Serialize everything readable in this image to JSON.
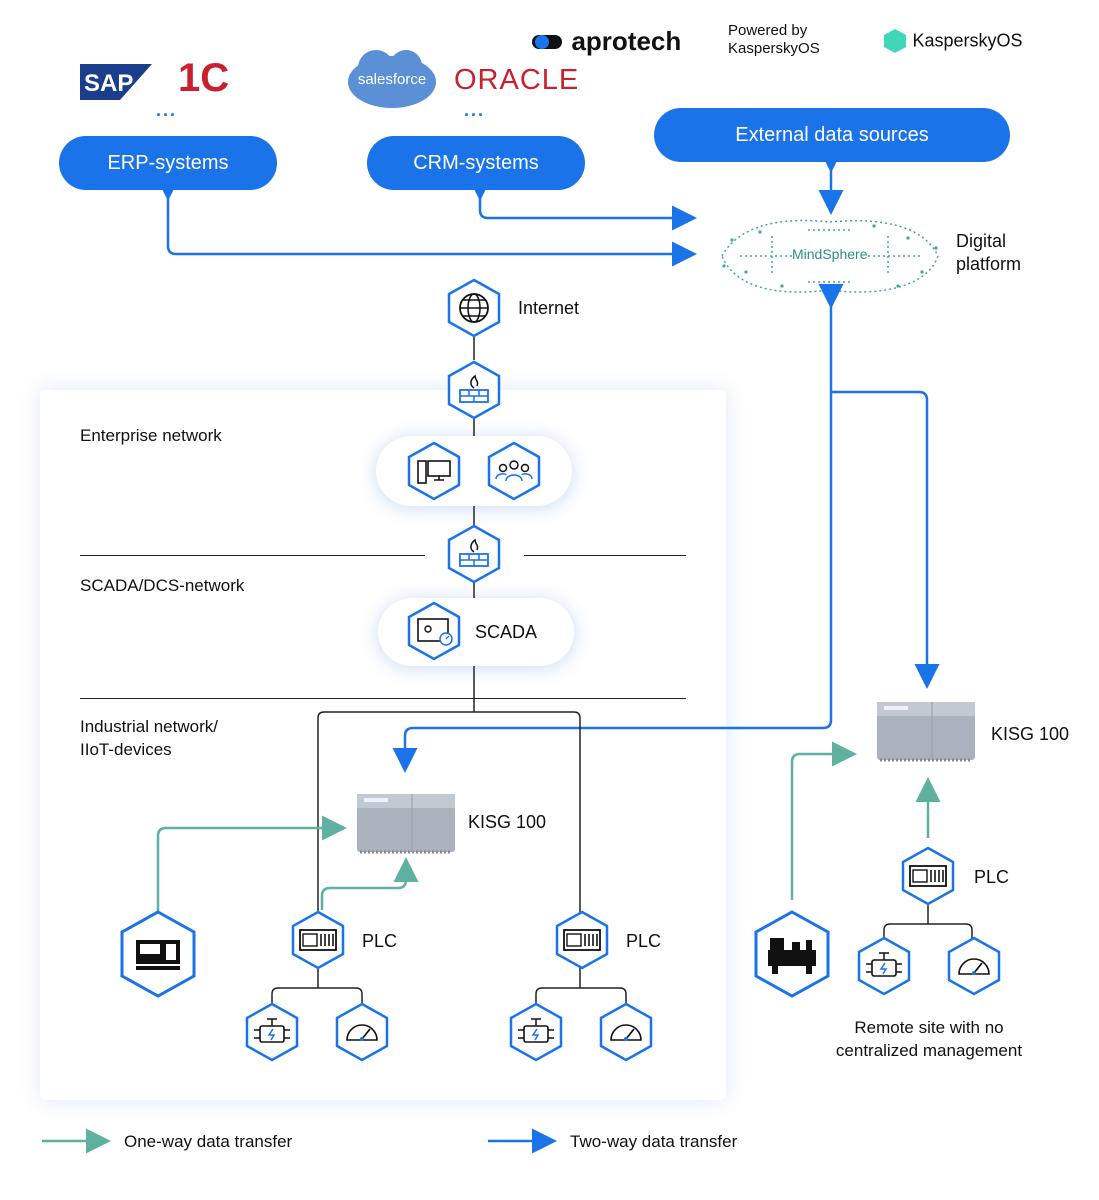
{
  "logos": {
    "sap": "SAP",
    "onec": "1C",
    "salesforce": "salesforce",
    "oracle": "ORACLE",
    "aprotech": "aprotech",
    "powered_line1": "Powered by",
    "powered_line2": "KasperskyOS",
    "kasperskyos": "KasperskyOS"
  },
  "pills": {
    "erp": "ERP-systems",
    "crm": "CRM-systems",
    "external": "External data sources"
  },
  "ellipsis": "...",
  "platform": {
    "mindsphere": "MindSphere",
    "label_line1": "Digital",
    "label_line2": "platform"
  },
  "internet": "Internet",
  "zones": {
    "enterprise": "Enterprise network",
    "scada_net": "SCADA/DCS-network",
    "industrial_line1": "Industrial network/",
    "industrial_line2": "IIoT-devices"
  },
  "scada": "SCADA",
  "gateway": "KISG 100",
  "plc": "PLC",
  "remote_line1": "Remote site with no",
  "remote_line2": "centralized management",
  "legend": {
    "one_way": "One-way data transfer",
    "two_way": "Two-way data transfer"
  },
  "colors": {
    "blue": "#1a73e8",
    "teal": "#5fb0a0",
    "dark": "#222222"
  },
  "icons": [
    "globe-icon",
    "firewall-icon",
    "computer-icon",
    "users-icon",
    "scada-icon",
    "plc-icon",
    "engine-icon",
    "gauge-icon",
    "machine-icon",
    "lathe-icon"
  ]
}
